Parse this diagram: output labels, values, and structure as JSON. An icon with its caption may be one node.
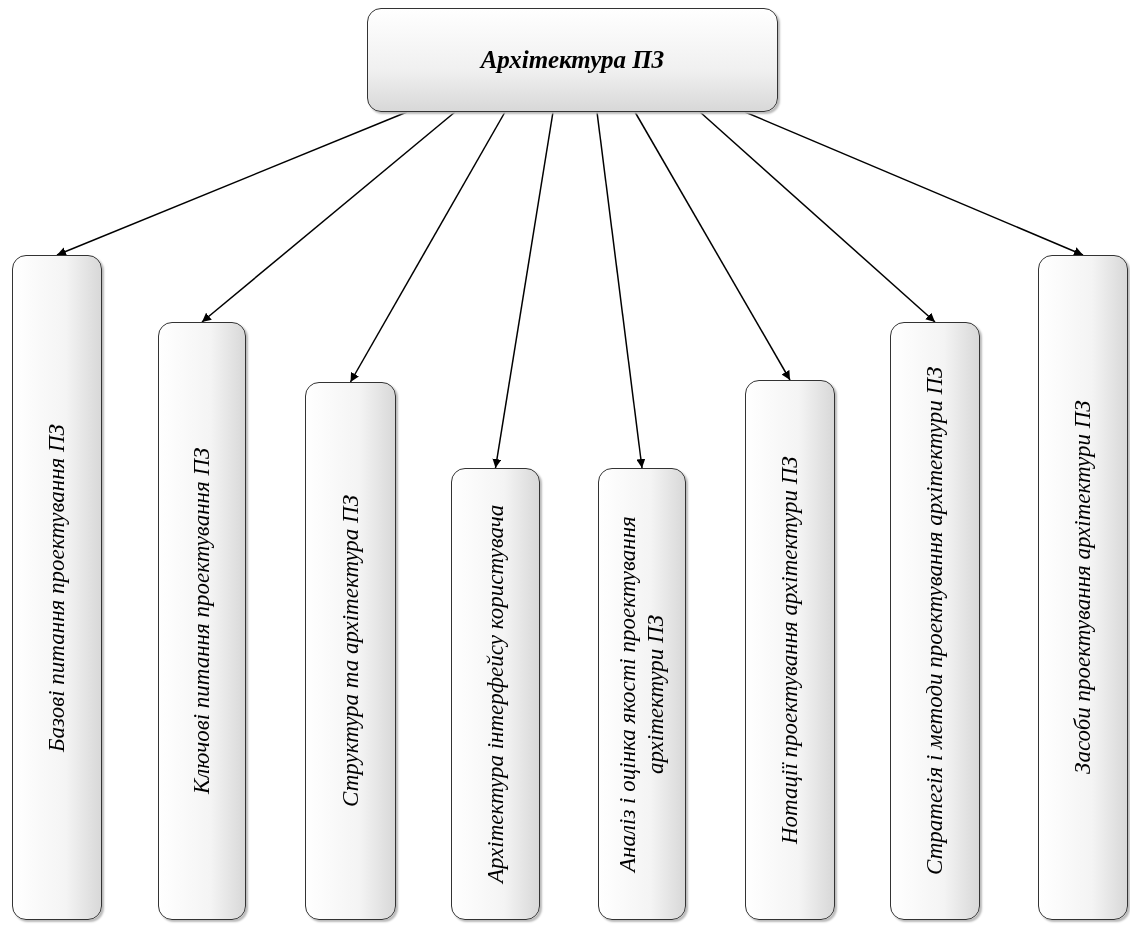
{
  "diagram": {
    "nodes": [
      {
        "text": [
          "Архітектура ПЗ"
        ]
      },
      {
        "text": [
          "Базові питання проектування ПЗ"
        ]
      },
      {
        "text": [
          "Ключові питання проектування ПЗ"
        ]
      },
      {
        "text": [
          "Структура та архітектура ПЗ"
        ]
      },
      {
        "text": [
          "Архітектура інтерфейсу користувача"
        ]
      },
      {
        "text": [
          "Аналіз і оцінка якості проектування архітектури ПЗ"
        ]
      },
      {
        "text": [
          "Нотації проектування архітектури ПЗ"
        ]
      },
      {
        "text": [
          "Стратегія і методи проектування архітектури ПЗ"
        ]
      },
      {
        "text": [
          "Засоби проектування архітектури ПЗ"
        ]
      }
    ],
    "edges": [
      {
        "from": 0,
        "to": 1,
        "arrow": "to"
      },
      {
        "from": 0,
        "to": 2,
        "arrow": "to"
      },
      {
        "from": 0,
        "to": 3,
        "arrow": "to"
      },
      {
        "from": 0,
        "to": 4,
        "arrow": "to"
      },
      {
        "from": 0,
        "to": 5,
        "arrow": "to"
      },
      {
        "from": 0,
        "to": 6,
        "arrow": "to"
      },
      {
        "from": 0,
        "to": 7,
        "arrow": "to"
      },
      {
        "from": 0,
        "to": 8,
        "arrow": "to"
      }
    ]
  }
}
